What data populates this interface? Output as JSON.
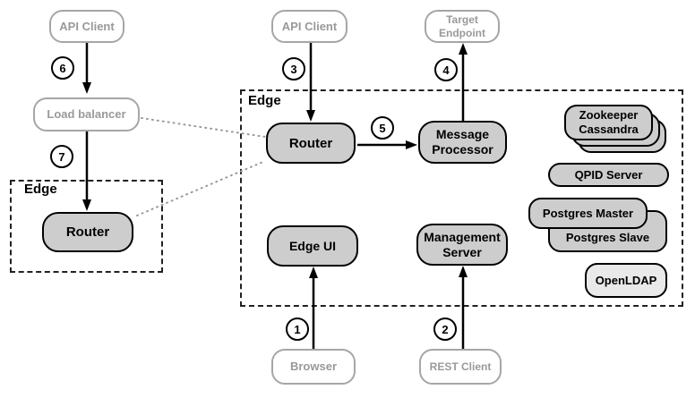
{
  "colors": {
    "node_fill": "#cdcdcd",
    "node_border": "#000000",
    "openldap_fill": "#e9e9e9",
    "client_border": "#a6a6a6",
    "client_text": "#999999",
    "dotted_connector": "#999999",
    "arrow": "#000000"
  },
  "groups": {
    "edge_left": {
      "label": "Edge"
    },
    "edge_main": {
      "label": "Edge"
    }
  },
  "nodes": {
    "api_client_left": {
      "label": "API Client"
    },
    "load_balancer": {
      "label": "Load balancer"
    },
    "router_left": {
      "label": "Router"
    },
    "api_client_top": {
      "label": "API Client"
    },
    "target_endpoint": {
      "label": "Target Endpoint"
    },
    "router_main": {
      "label": "Router"
    },
    "message_processor": {
      "label": "Message Processor"
    },
    "edge_ui": {
      "label": "Edge UI"
    },
    "management_server": {
      "label": "Management Server"
    },
    "zookeeper_cassandra": {
      "label": "Zookeeper Cassandra"
    },
    "qpid_server": {
      "label": "QPID Server"
    },
    "postgres_master": {
      "label": "Postgres Master"
    },
    "postgres_slave": {
      "label": "Postgres Slave"
    },
    "openldap": {
      "label": "OpenLDAP"
    },
    "browser": {
      "label": "Browser"
    },
    "rest_client": {
      "label": "REST Client"
    }
  },
  "step_badges": {
    "step1": "1",
    "step2": "2",
    "step3": "3",
    "step4": "4",
    "step5": "5",
    "step6": "6",
    "step7": "7"
  }
}
